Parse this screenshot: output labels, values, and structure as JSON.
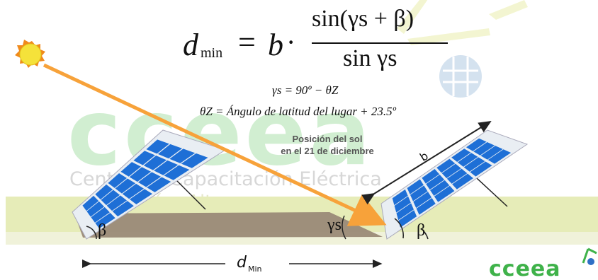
{
  "formula": {
    "lhs": "d",
    "lhs_sub": "min",
    "rhs_b": "b",
    "numerator": "sin(γs + β)",
    "denominator": "sin γs"
  },
  "equation_gamma": "γs = 90º − θZ",
  "equation_theta": "θZ = Ángulo de latitud del lugar + 23.5º",
  "caption": {
    "line1": "Posición del sol",
    "line2": "en el 21 de diciembre"
  },
  "labels": {
    "beta_left": "β",
    "beta_right": "β",
    "gamma_s": "γs",
    "panel_length": "b",
    "distance": "d",
    "distance_sub": "Min"
  },
  "watermark": {
    "logo_big": "cceea",
    "subtitle_line1": "Centro de Capacitación Eléctrica",
    "subtitle_line2": "y Energías Alternas"
  },
  "logo": {
    "text": "cceea"
  },
  "colors": {
    "sun": "#f5e23a",
    "sun_rays": "#f08a1c",
    "ray": "#f7a23a",
    "panel_cell": "#1e6fd6",
    "panel_frame": "#e9eef3",
    "ground_top": "#e6ecb8",
    "shadow": "#9a8a77",
    "watermark_green": "#c9ecc9",
    "logo_green": "#3fb24a"
  }
}
